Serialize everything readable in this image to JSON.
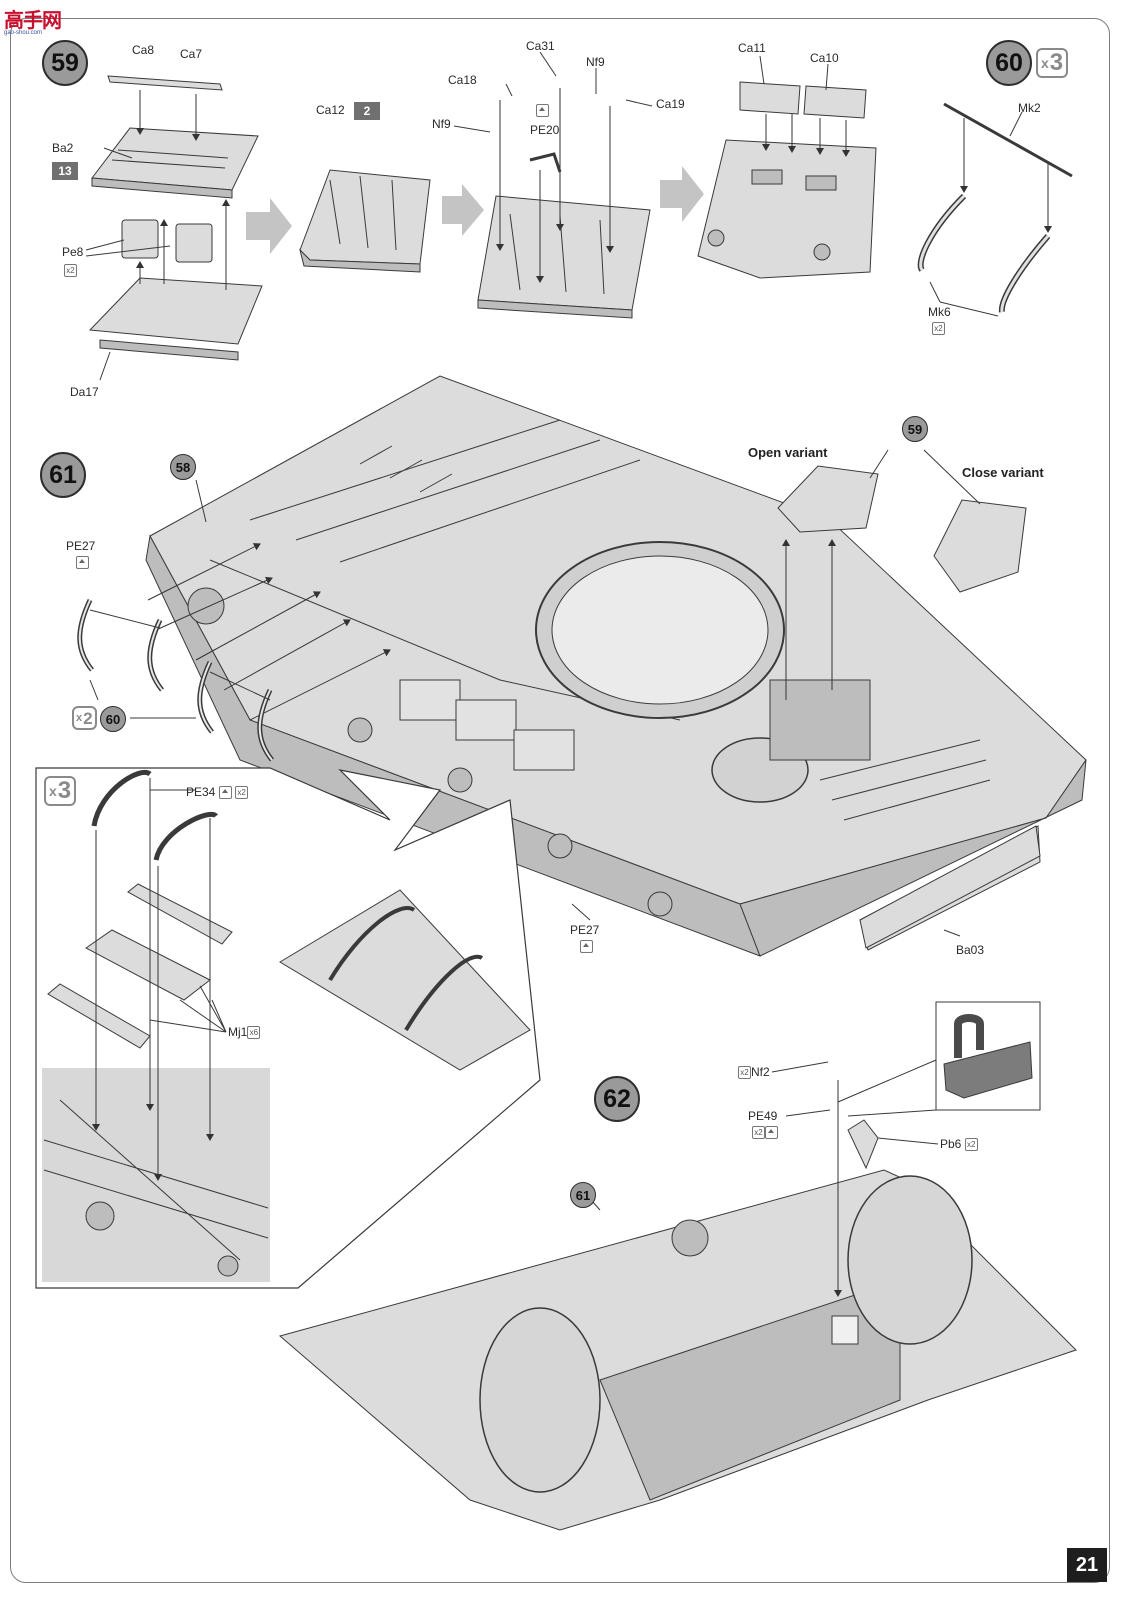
{
  "watermark": {
    "chars": "高手网",
    "url": "gao-shou.com"
  },
  "page_number": "21",
  "steps": {
    "s59": {
      "number": "59",
      "labels": {
        "ca8": "Ca8",
        "ca7": "Ca7",
        "ba2": "Ba2",
        "ba2_ref": "13",
        "pe8": "Pe8",
        "pe8_qty": "x2",
        "da17": "Da17",
        "ca12": "Ca12",
        "ca12_ref": "2",
        "ca31": "Ca31",
        "ca18": "Ca18",
        "nf9a": "Nf9",
        "nf9b": "Nf9",
        "ca19": "Ca19",
        "pe20": "PE20",
        "ca11": "Ca11",
        "ca10": "Ca10"
      }
    },
    "s60": {
      "number": "60",
      "multiplier": "3",
      "labels": {
        "mk2": "Mk2",
        "mk6": "Mk6",
        "mk6_qty": "x2"
      }
    },
    "s61": {
      "number": "61",
      "refs": {
        "r58": "58",
        "r59": "59",
        "r60": "60",
        "r60_qty": "2"
      },
      "variants": {
        "open": "Open variant",
        "close": "Close variant"
      },
      "labels": {
        "pe27a": "PE27",
        "pe27b": "PE27",
        "ba03": "Ba03"
      },
      "inset": {
        "multiplier": "3",
        "pe34": "PE34",
        "pe34_qty": "x2",
        "mj1": "Mj1",
        "mj1_qty": "x6"
      }
    },
    "s62": {
      "number": "62",
      "refs": {
        "r61": "61"
      },
      "labels": {
        "nf2": "Nf2",
        "nf2_qty": "x2",
        "pe49": "PE49",
        "pe49_qty": "x2",
        "pb6": "Pb6",
        "pb6_qty": "x2"
      }
    }
  }
}
